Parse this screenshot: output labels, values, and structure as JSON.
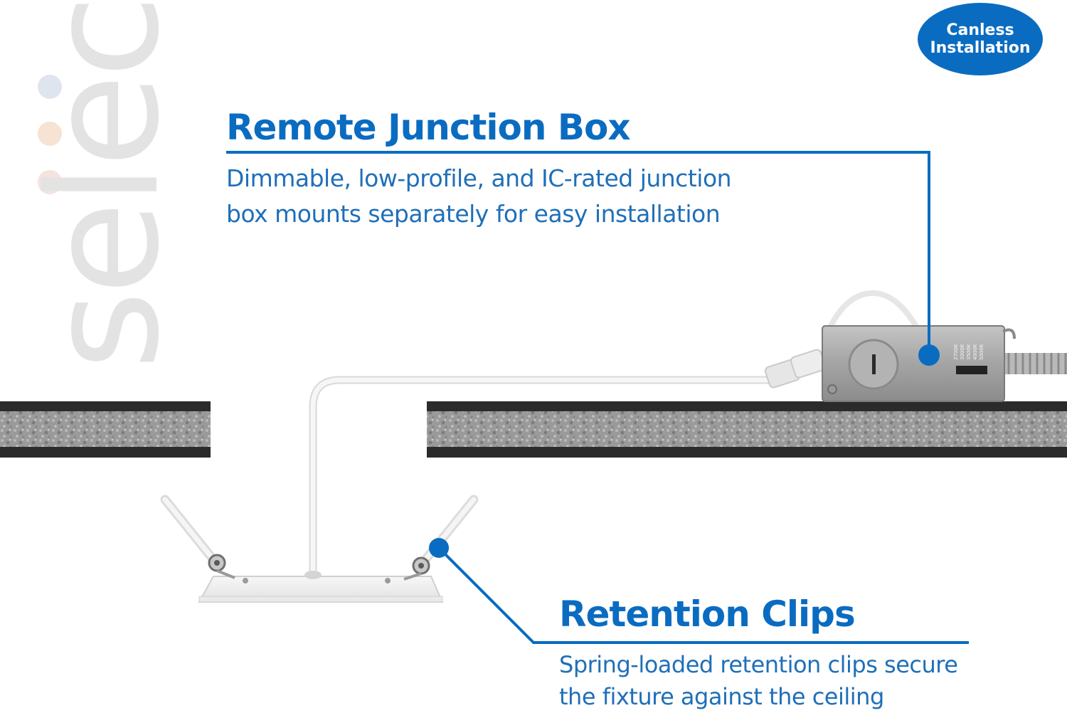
{
  "brand": {
    "wordmark": "select",
    "dot_colors": [
      "#dfe5ef",
      "#f6e3d3",
      "#f4e3df"
    ]
  },
  "badge": {
    "line1": "Canless",
    "line2": "Installation",
    "color": "#0a6cc1"
  },
  "callouts": {
    "junction_box": {
      "title": "Remote Junction Box",
      "desc_line1": "Dimmable, low-profile, and IC-rated junction",
      "desc_line2": "box mounts separately for easy installation"
    },
    "retention_clips": {
      "title": "Retention Clips",
      "desc_line1": "Spring-loaded retention clips secure",
      "desc_line2": "the fixture against the ceiling"
    }
  },
  "junction_box": {
    "cct_labels": [
      "2700K",
      "3000K",
      "3500K",
      "4000K",
      "5000K"
    ]
  },
  "colors": {
    "accent": "#0a6cc1",
    "ceiling_edge": "#2b2b2b",
    "ceiling_core": "#9c9c9c",
    "box_metal": "#a8a8a8",
    "cable": "#f2f2f2"
  }
}
